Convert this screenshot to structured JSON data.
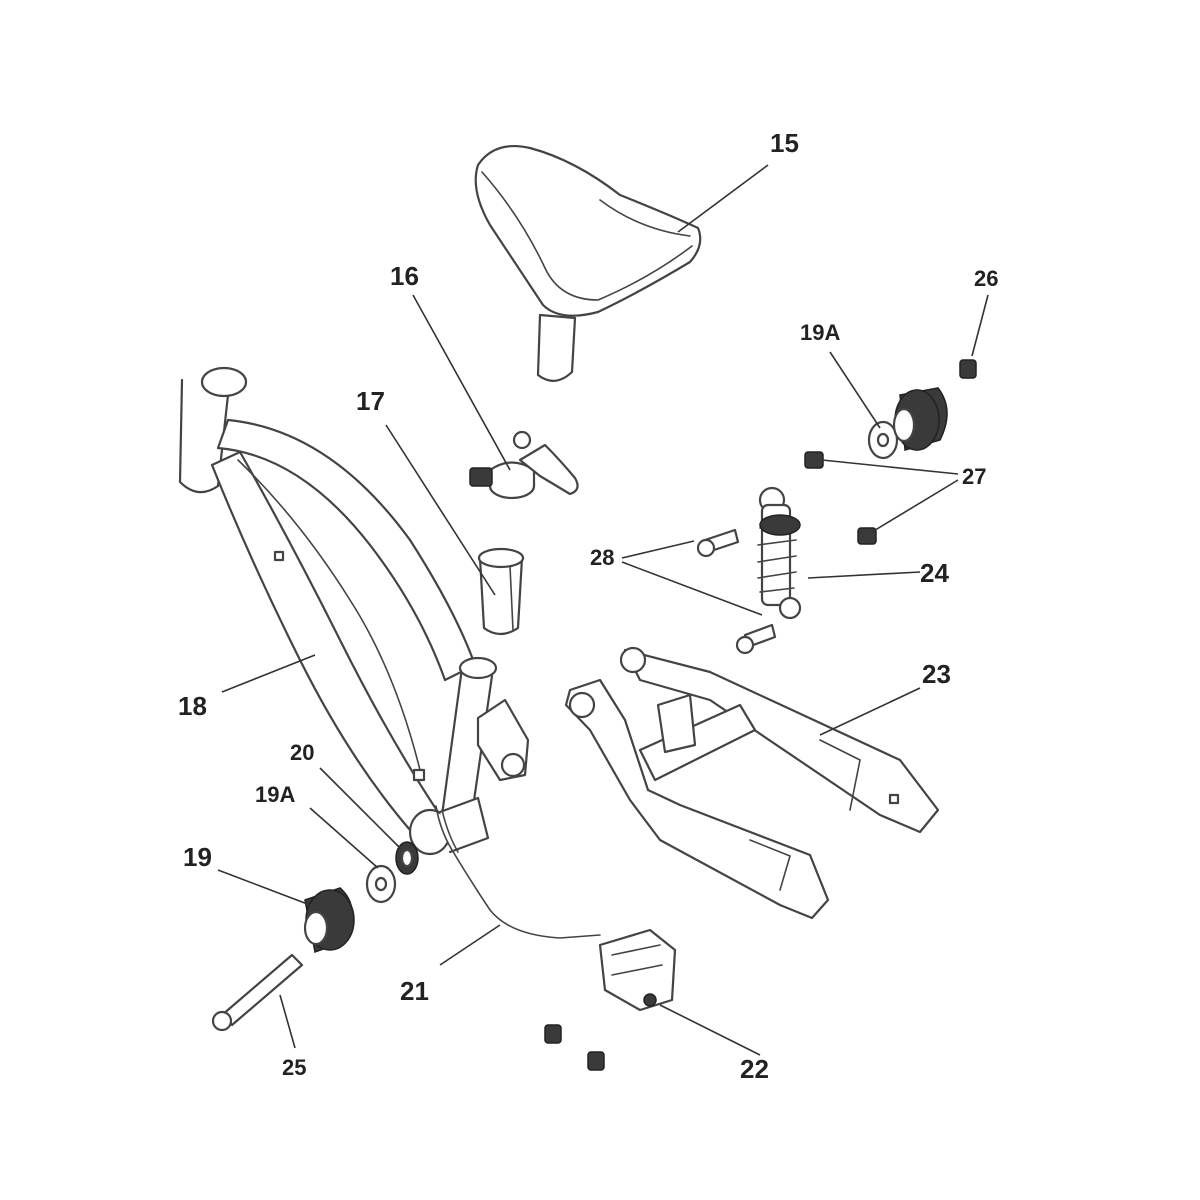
{
  "callouts": {
    "c15": "15",
    "c16": "16",
    "c17": "17",
    "c18": "18",
    "c19": "19",
    "c19a_upper": "19A",
    "c19a_lower": "19A",
    "c20": "20",
    "c21": "21",
    "c22": "22",
    "c23": "23",
    "c24": "24",
    "c25": "25",
    "c26": "26",
    "c27": "27",
    "c28": "28"
  },
  "colors": {
    "line": "#444444",
    "label": "#222222",
    "background": "#ffffff"
  }
}
